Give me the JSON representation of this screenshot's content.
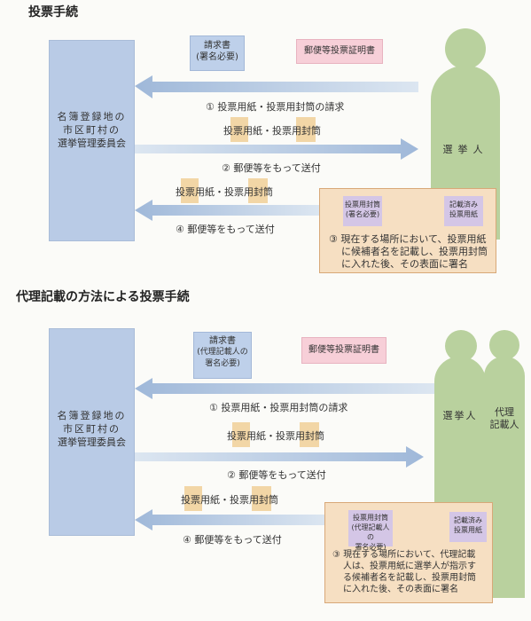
{
  "section1": {
    "title": "投票手続",
    "board": [
      "名簿登録地の",
      "市区町村の",
      "選挙管理委員会"
    ],
    "request_doc": [
      "請求書",
      "(署名必要)"
    ],
    "cert_doc": "郵便等投票証明書",
    "voter": "選挙人",
    "step1": "① 投票用紙・投票用封筒の請求",
    "ballots_out": "投票用紙・投票用封筒",
    "step2": "② 郵便等をもって送付",
    "ballots_back": "投票用紙・投票用封筒",
    "step4": "④ 郵便等をもって送付",
    "env_left": [
      "投票用封筒",
      "(署名必要)"
    ],
    "env_right": [
      "記載済み",
      "投票用紙"
    ],
    "step3": [
      "③ 現在する場所において、投票用紙",
      "に候補者名を記載し、投票用封筒",
      "に入れた後、その表面に署名"
    ]
  },
  "section2": {
    "title": "代理記載の方法による投票手続",
    "board": [
      "名簿登録地の",
      "市区町村の",
      "選挙管理委員会"
    ],
    "request_doc": [
      "請求書",
      "(代理記載人の",
      "署名必要)"
    ],
    "cert_doc": "郵便等投票証明書",
    "voter": "選挙人",
    "proxy": [
      "代理",
      "記載人"
    ],
    "step1": "① 投票用紙・投票用封筒の請求",
    "ballots_out": "投票用紙・投票用封筒",
    "step2": "② 郵便等をもって送付",
    "ballots_back": "投票用紙・投票用封筒",
    "step4": "④ 郵便等をもって送付",
    "env_left": [
      "投票用封筒",
      "(代理記載人の",
      "署名必要)"
    ],
    "env_right": [
      "記載済み",
      "投票用紙"
    ],
    "step3": [
      "③ 現在する場所において、代理記載",
      "人は、投票用紙に選挙人が指示す",
      "る候補者名を記載し、投票用封筒",
      "に入れた後、その表面に署名"
    ]
  },
  "colors": {
    "board": "#b9cbe6",
    "arrow": "#bed0e6",
    "voter": "#b9d19e",
    "envelope": "#f2d6a6",
    "note": "#f6dfc2",
    "cert": "#f7cfd8"
  }
}
